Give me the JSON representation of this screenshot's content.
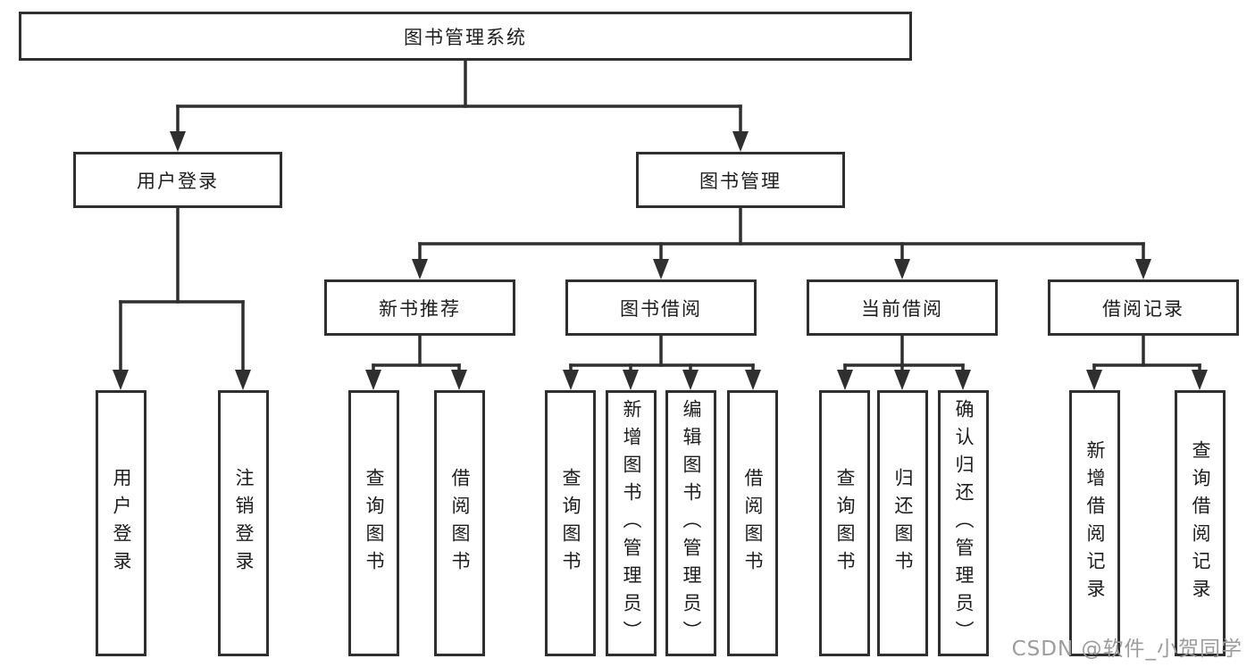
{
  "diagram": {
    "root": {
      "label": "图书管理系统"
    },
    "level2": [
      {
        "label": "用户登录"
      },
      {
        "label": "图书管理"
      }
    ],
    "level3": [
      {
        "label": "新书推荐"
      },
      {
        "label": "图书借阅"
      },
      {
        "label": "当前借阅"
      },
      {
        "label": "借阅记录"
      }
    ],
    "leaves": {
      "login": [
        "用户登录",
        "注销登录"
      ],
      "recommend": [
        "查询图书",
        "借阅图书"
      ],
      "borrow": [
        "查询图书",
        "新增图书（管理员）",
        "编辑图书（管理员）",
        "借阅图书"
      ],
      "current": [
        "查询图书",
        "归还图书",
        "确认归还（管理员）"
      ],
      "records": [
        "新增借阅记录",
        "查询借阅记录"
      ]
    }
  },
  "watermark": {
    "text": "CSDN @软件_小贺同学"
  },
  "colors": {
    "line": "#2f2f2f",
    "box_border": "#2f2f2f",
    "text": "#1d1d1d",
    "background": "#ffffff",
    "watermark": "#9c9c9c"
  }
}
